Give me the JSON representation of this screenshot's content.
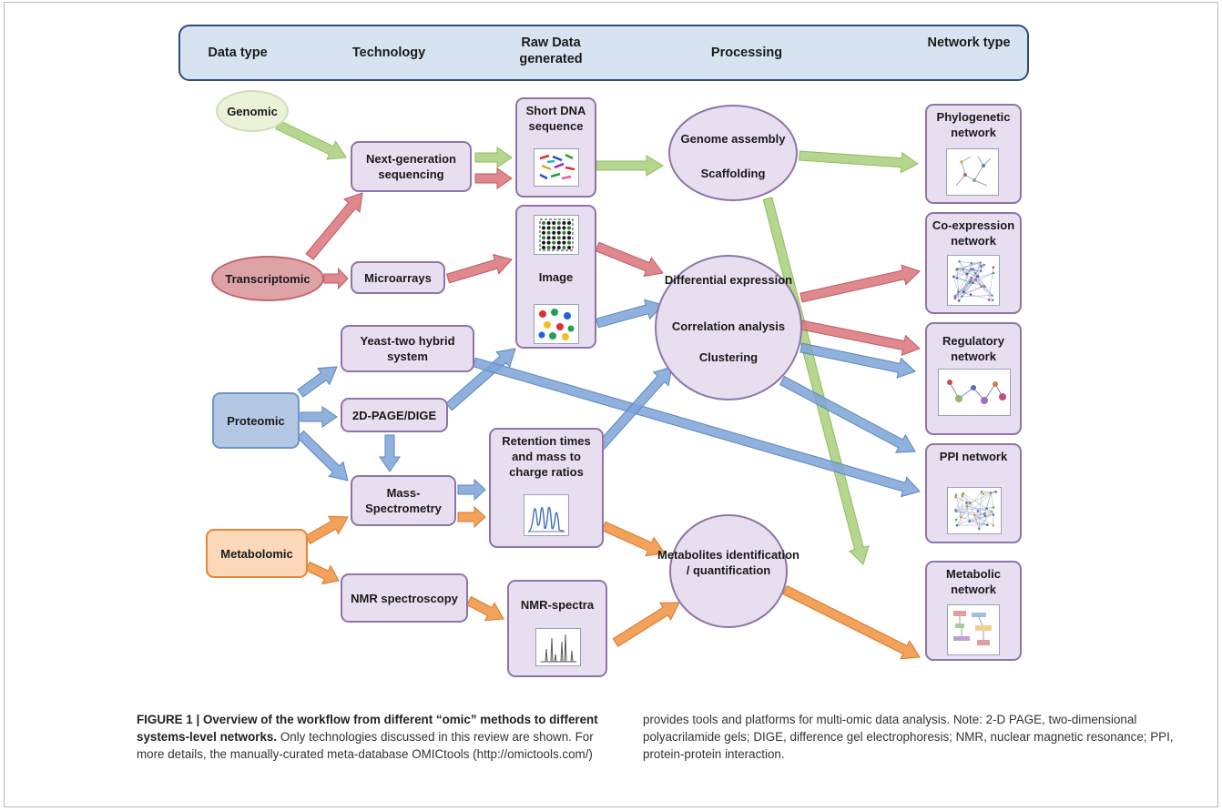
{
  "header": {
    "col1": "Data type",
    "col2": "Technology",
    "col3": "Raw Data generated",
    "col4": "Processing",
    "col5": "Network type"
  },
  "data_types": {
    "genomic": "Genomic",
    "transcriptomic": "Transcriptomic",
    "proteomic": "Proteomic",
    "metabolomic": "Metabolomic"
  },
  "technologies": {
    "ngs": "Next-generation sequencing",
    "microarrays": "Microarrays",
    "y2h": "Yeast-two hybrid system",
    "page": "2D-PAGE/DIGE",
    "ms": "Mass-Spectrometry",
    "nmr": "NMR spectroscopy"
  },
  "raw_data": {
    "dna": "Short DNA sequence",
    "image": "Image",
    "retention": "Retention times and mass to charge ratios",
    "nmr_spectra": "NMR-spectra"
  },
  "processing": {
    "genome_assembly": "Genome assembly",
    "scaffolding": "Scaffolding",
    "differential": "Differential expression",
    "correlation": "Correlation analysis",
    "clustering": "Clustering",
    "metabolites": "Metabolites identification / quantification"
  },
  "networks": {
    "phylogenetic": "Phylogenetic network",
    "coexpression": "Co-expression network",
    "regulatory": "Regulatory network",
    "ppi": "PPI network",
    "metabolic": "Metabolic network"
  },
  "colors": {
    "genomic": "#a9cf7b",
    "transcriptomic": "#d9737a",
    "proteomic": "#7ea3d7",
    "metabolomic": "#f0923e",
    "node_fill": "#e7dff0",
    "node_border": "#8f74a7"
  },
  "caption": {
    "label": "FIGURE 1 | Overview of the workflow from different “omic” methods to different systems-level networks.",
    "body_left": "Only technologies discussed in this review are shown. For more details, the manually-curated meta-database OMICtools (http://omictools.com/)",
    "body_right": "provides tools and platforms for multi-omic data analysis. Note: 2-D PAGE, two-dimensional polyacrilamide gels; DIGE, difference gel electrophoresis; NMR, nuclear magnetic resonance; PPI, protein-protein interaction."
  }
}
